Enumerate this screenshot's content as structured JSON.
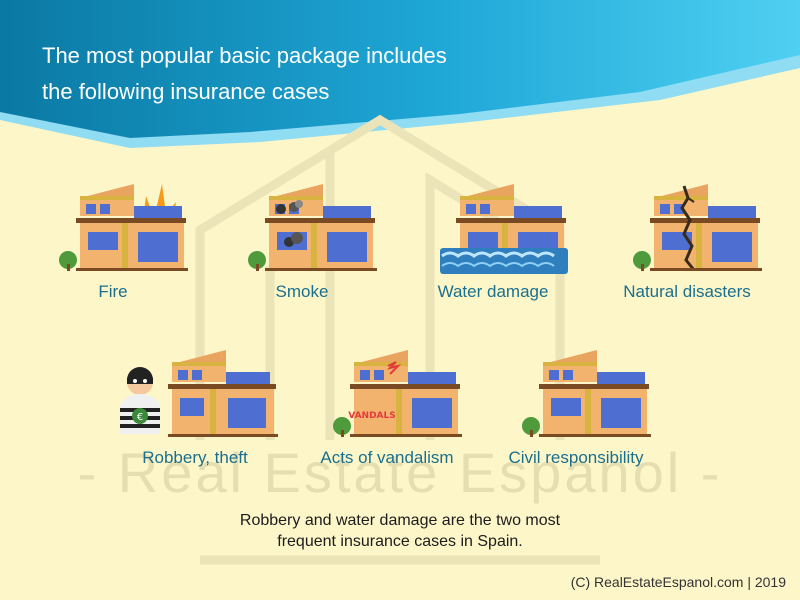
{
  "title": {
    "line1": "The most popular basic package includes",
    "line2": "the following insurance cases"
  },
  "watermark": {
    "text": "- Real Estate Espanol -"
  },
  "cases": [
    {
      "label": "Fire",
      "icon": "fire-house-icon"
    },
    {
      "label": "Smoke",
      "icon": "smoke-house-icon"
    },
    {
      "label": "Water damage",
      "icon": "flooded-house-icon"
    },
    {
      "label": "Natural disasters",
      "icon": "cracked-house-icon"
    },
    {
      "label": "Robbery, theft",
      "icon": "burglar-house-icon"
    },
    {
      "label": "Acts of vandalism",
      "icon": "vandalized-house-icon",
      "graffiti": "VANDALS"
    },
    {
      "label": "Civil responsibility",
      "icon": "house-icon"
    }
  ],
  "summary": {
    "line1": "Robbery and water damage are the two most",
    "line2": "frequent insurance cases in Spain."
  },
  "copyright": "(C) RealEstateEspanol.com | 2019",
  "colors": {
    "background": "#fdf6c9",
    "banner_dark": "#0a7fa8",
    "banner_light": "#35c3ea",
    "label": "#1a6f8f",
    "house_wall": "#f2b36f",
    "house_roof_trim": "#7a4a22",
    "window": "#4f6ed1"
  }
}
